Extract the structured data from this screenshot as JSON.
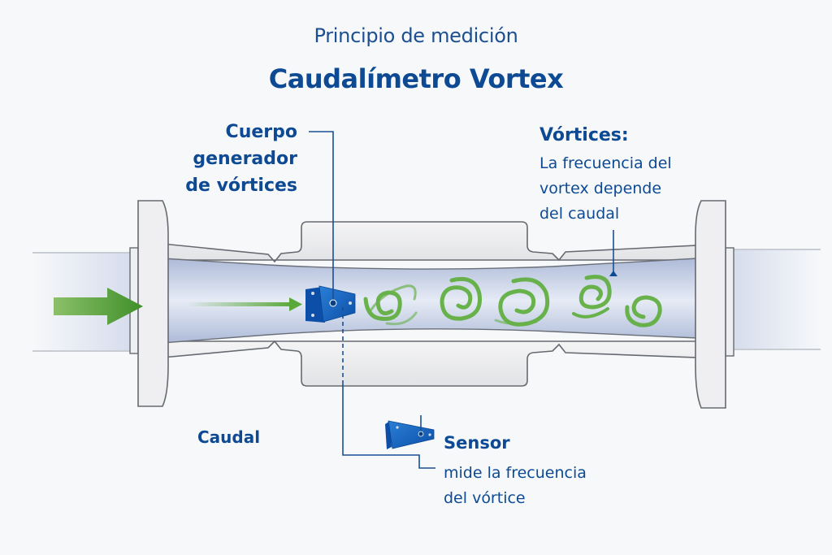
{
  "header": {
    "subtitle": "Principio de medición",
    "title": "Caudalímetro Vortex"
  },
  "labels": {
    "generator": [
      "Cuerpo",
      "generador",
      "de vórtices"
    ],
    "vortices_title": "Vórtices:",
    "vortices_desc": [
      "La frecuencia del",
      "vortex depende",
      "del caudal"
    ],
    "flow": "Caudal",
    "sensor_title": "Sensor",
    "sensor_desc": [
      "mide la frecuencia",
      "del vórtice"
    ]
  },
  "colors": {
    "text_blue": "#0d4a93",
    "leader_line": "#1a4f95",
    "flow_green": "#5aa83a",
    "vortex_green": "#5fae3e",
    "bluff_body": "#1565c0",
    "pipe_fill": "#c9d3e8",
    "metal": "#ececee",
    "metal_stroke": "#666a70"
  },
  "icons": {
    "flow_arrow": "arrow-right-icon",
    "bluff_body": "bluff-body-icon",
    "sensor": "sensor-icon",
    "vortex": "spiral-vortex-icon"
  }
}
